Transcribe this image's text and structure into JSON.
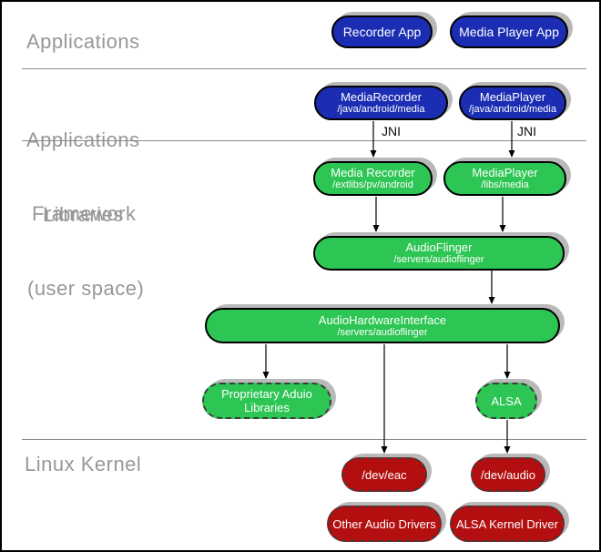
{
  "diagram_type": "android-audio-architecture-stack",
  "layers": [
    {
      "lines": [
        "Applications"
      ]
    },
    {
      "lines": [
        "Applications",
        "Framework"
      ]
    },
    {
      "lines": [
        "Libraries",
        "(user space)"
      ]
    },
    {
      "lines": [
        "Linux Kernel"
      ]
    }
  ],
  "nodes": {
    "recorder_app": {
      "title": "Recorder App"
    },
    "media_player_app": {
      "title": "Media Player App"
    },
    "media_recorder_fw": {
      "title": "MediaRecorder",
      "subtitle": "/java/android/media"
    },
    "media_player_fw": {
      "title": "MediaPlayer",
      "subtitle": "/java/android/media"
    },
    "media_recorder_lib": {
      "title": "Media Recorder",
      "subtitle": "/extlibs/pv/android"
    },
    "media_player_lib": {
      "title": "MediaPlayer",
      "subtitle": "/libs/media"
    },
    "audioflinger": {
      "title": "AudioFlinger",
      "subtitle": "/servers/audioflinger"
    },
    "audio_hardware_interface": {
      "title": "AudioHardwareInterface",
      "subtitle": "/servers/audioflinger"
    },
    "proprietary_audio_libraries": {
      "title": "Proprietary Aduio",
      "title2": "Libraries"
    },
    "alsa": {
      "title": "ALSA"
    },
    "dev_eac": {
      "title": "/dev/eac"
    },
    "dev_audio": {
      "title": "/dev/audio"
    },
    "other_audio_drivers": {
      "title": "Other Audio Drivers"
    },
    "alsa_kernel_driver": {
      "title": "ALSA Kernel Driver"
    }
  },
  "edge_labels": {
    "jni": "JNI"
  },
  "connections": [
    {
      "from": "media_recorder_fw",
      "to": "media_recorder_lib",
      "label": "JNI"
    },
    {
      "from": "media_player_fw",
      "to": "media_player_lib",
      "label": "JNI"
    },
    {
      "from": "media_recorder_lib",
      "to": "audioflinger",
      "label": ""
    },
    {
      "from": "media_player_lib",
      "to": "audioflinger",
      "label": ""
    },
    {
      "from": "audioflinger",
      "to": "audio_hardware_interface",
      "label": ""
    },
    {
      "from": "audio_hardware_interface",
      "to": "proprietary_audio_libraries",
      "label": ""
    },
    {
      "from": "audio_hardware_interface",
      "to": "dev_eac",
      "label": ""
    },
    {
      "from": "audio_hardware_interface",
      "to": "alsa",
      "label": ""
    },
    {
      "from": "alsa",
      "to": "dev_audio",
      "label": ""
    }
  ],
  "colors": {
    "applications_blue": "#1b2db2",
    "libraries_green": "#2dc553",
    "kernel_red": "#b30f10",
    "shadow_gray": "#b9b9b9",
    "section_label_gray": "#979797",
    "divider_gray": "#8c8c8c"
  }
}
